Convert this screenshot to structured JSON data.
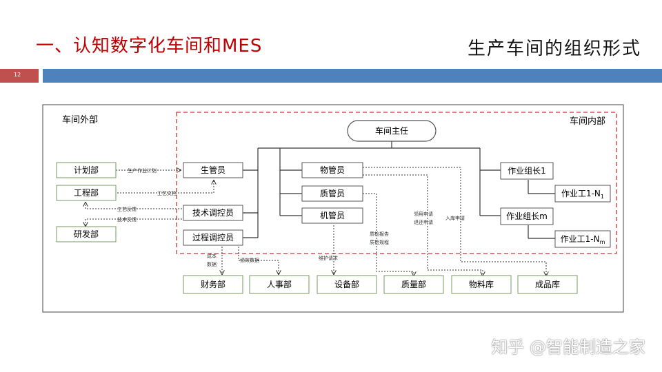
{
  "slide": {
    "title": "一、认知数字化车间和MES",
    "subtitle": "生产车间的组织形式",
    "page_number": "12",
    "watermark": "知乎 @智能制造之家"
  },
  "diagram": {
    "outer_label": "车间外部",
    "inner_label": "车间内部",
    "nodes": {
      "workshop_director": "车间主任",
      "planning_dept": "计划部",
      "engineering_dept": "工程部",
      "rd_dept": "研发部",
      "production_manager": "生管员",
      "tech_dispatcher": "技术调控员",
      "process_dispatcher": "过程调控员",
      "material_manager": "物管员",
      "quality_manager": "质管员",
      "machine_manager": "机管员",
      "group_leader_1": "作业组长1",
      "group_leader_m": "作业组长m",
      "worker_1_prefix": "作业工1-N",
      "worker_1_sub": "1",
      "worker_m_prefix": "作业工1-N",
      "worker_m_sub": "m",
      "finance_dept": "财务部",
      "hr_dept": "人事部",
      "equipment_dept": "设备部",
      "quality_dept": "质量部",
      "material_store": "物料库",
      "product_store": "成品库"
    },
    "flow_labels": {
      "production_plan": "生产作业计划",
      "process_doc": "工艺文档",
      "process_feedback": "工艺反馈",
      "tech_feedback": "技术反馈",
      "cost_data_1": "成本",
      "cost_data_2": "数据",
      "performance_data": "绩效数据",
      "maintenance_request": "维护请求",
      "quality_report": "质检报告",
      "quality_rules": "质检规程",
      "requisition_request": "领用申请",
      "return_request": "退还申请",
      "storage_request": "入库申请"
    }
  }
}
